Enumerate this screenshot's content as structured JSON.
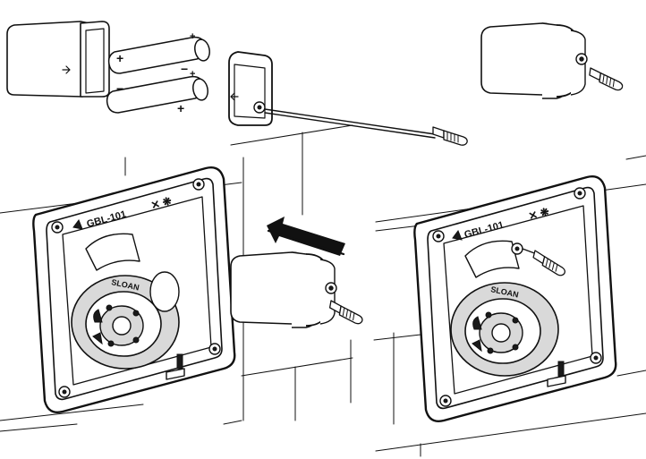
{
  "mount_left": {
    "model_label": "GBL-101",
    "side_marks": "✕ ❋",
    "arc_label": "SLOAN"
  },
  "mount_right": {
    "model_label": "GBL-101",
    "side_marks": "✕ ❋",
    "arc_label": "SLOAN"
  },
  "battery_plus": "+",
  "battery_minus": "−",
  "colors": {
    "line": "#111111",
    "fill": "#ffffff",
    "shade": "#d9d9d9",
    "dark": "#1a1a1a"
  },
  "icons": [
    "battery-box-icon",
    "aa-battery-icon",
    "battery-cap-icon",
    "cable-plug-icon",
    "insert-arrow-icon",
    "flush-valve-icon",
    "adjust-screw-icon"
  ]
}
